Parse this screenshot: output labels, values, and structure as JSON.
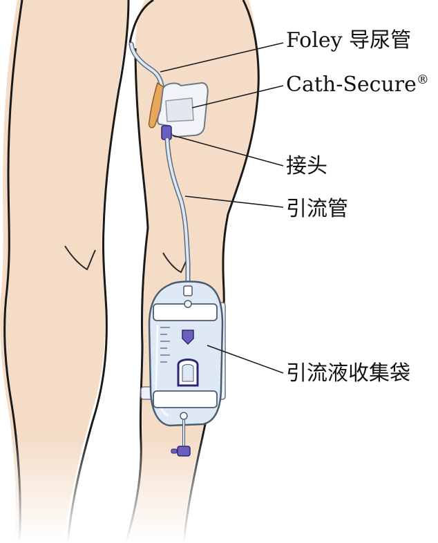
{
  "labels": {
    "foley": "Foley 导尿管",
    "cath_secure": "Cath-Secure",
    "cath_secure_mark": "®",
    "connector": "接头",
    "drainage_tube": "引流管",
    "drainage_bag": "引流液收集袋"
  },
  "colors": {
    "skin": "#f4dcc6",
    "skin_edge": "#1a1a1a",
    "tube": "#dce8f2",
    "bag": "#dfe9f6",
    "bag_edge": "#4a5a70",
    "foley_tip": "#e6a85c",
    "connector": "#6a5fc0",
    "label_text": "#111111"
  }
}
